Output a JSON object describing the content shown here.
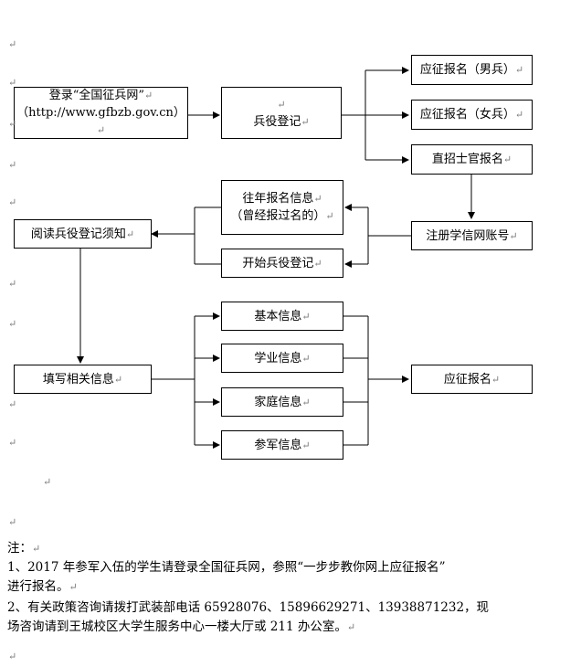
{
  "diagram": {
    "nodes": [
      {
        "id": "login",
        "lines": [
          "登录“全国征兵网”",
          "（http://www.gfbzb.gov.cn）"
        ]
      },
      {
        "id": "register",
        "lines": [
          "",
          "兵役登记"
        ]
      },
      {
        "id": "male",
        "lines": [
          "应征报名（男兵）"
        ]
      },
      {
        "id": "female",
        "lines": [
          "应征报名（女兵）"
        ]
      },
      {
        "id": "nco",
        "lines": [
          "直招士官报名"
        ]
      },
      {
        "id": "past",
        "lines": [
          "往年报名信息",
          "（曾经报过名的）"
        ]
      },
      {
        "id": "start",
        "lines": [
          "开始兵役登记"
        ]
      },
      {
        "id": "account",
        "lines": [
          "注册学信网账号"
        ]
      },
      {
        "id": "notice",
        "lines": [
          "阅读兵役登记须知"
        ]
      },
      {
        "id": "basic",
        "lines": [
          "基本信息"
        ]
      },
      {
        "id": "study",
        "lines": [
          "学业信息"
        ]
      },
      {
        "id": "family",
        "lines": [
          "家庭信息"
        ]
      },
      {
        "id": "army",
        "lines": [
          "参军信息"
        ]
      },
      {
        "id": "fill",
        "lines": [
          "填写相关信息"
        ]
      },
      {
        "id": "apply",
        "lines": [
          "应征报名"
        ]
      }
    ],
    "edges": [
      {
        "from": "login",
        "to": "register"
      },
      {
        "from": "register",
        "to": "male"
      },
      {
        "from": "register",
        "to": "female"
      },
      {
        "from": "register",
        "to": "nco"
      },
      {
        "from": "nco",
        "to": "account"
      },
      {
        "from": "account",
        "to": "past"
      },
      {
        "from": "account",
        "to": "start"
      },
      {
        "from": "past",
        "to": "notice"
      },
      {
        "from": "start",
        "to": "notice"
      },
      {
        "from": "notice",
        "to": "fill"
      },
      {
        "from": "fill",
        "to": "basic"
      },
      {
        "from": "fill",
        "to": "study"
      },
      {
        "from": "fill",
        "to": "family"
      },
      {
        "from": "fill",
        "to": "army"
      },
      {
        "from": "basic",
        "to": "apply"
      },
      {
        "from": "study",
        "to": "apply"
      },
      {
        "from": "family",
        "to": "apply"
      },
      {
        "from": "army",
        "to": "apply"
      }
    ]
  },
  "notes": {
    "heading": "注：",
    "line1": "1、2017 年参军入伍的学生请登录全国征兵网，参照“一步步教你网上应征报名”",
    "line2": "进行报名。",
    "line3": "2、有关政策咨询请拨打武装部电话 65928076、15896629271、13938871232，现",
    "line4": "场咨询请到王城校区大学生服务中心一楼大厅或 211 办公室。"
  },
  "paragraph_mark": "↵"
}
